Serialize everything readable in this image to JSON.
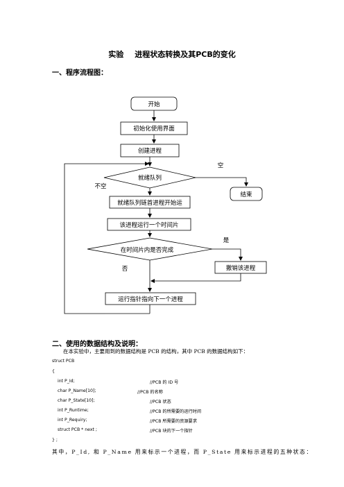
{
  "title": {
    "prefix": "实验",
    "main": "进程状态转换及其PCB的变化"
  },
  "section1": {
    "heading": "一、程序流程图："
  },
  "flowchart": {
    "start": "开始",
    "init": "初始化使用界面",
    "create": "创建进程",
    "ready_queue": "就绪队列",
    "empty_label": "空",
    "not_empty_label": "不空",
    "end": "结束",
    "run_head": "就绪队列链首进程开始运",
    "run_slice": "该进程运行一个时间片",
    "done_in_slice": "在时间片内是否完成",
    "yes_label": "是",
    "no_label": "否",
    "cancel": "撤销该进程",
    "next_pointer": "运行指针指向下一个进程"
  },
  "section2": {
    "heading": "二、使用的数据结构及说明：",
    "intro": "在本实验中，主要用到的数据结构是 PCB 的结构，其中 PCB 的数据结构如下：",
    "code_struct": "struct PCB",
    "code_open": "{",
    "fields": [
      {
        "code": "int     P_Id;",
        "comment": "//PCB 的 ID 号"
      },
      {
        "code": "char P_Name[10];",
        "comment": "//PCB 的名称"
      },
      {
        "code": "char P_State[10];",
        "comment": "//PCB 状态"
      },
      {
        "code": "int     P_Runtime;",
        "comment": "//PCB 的所需要的运行时间"
      },
      {
        "code": "int P_Requiry;",
        "comment": "//PCB 所需要的资源要求"
      },
      {
        "code": "struct     PCB * next ;",
        "comment": "//PCB 块的下一个指针"
      }
    ],
    "code_close": "} ;",
    "last_line": "其中，P_Id, 和 P_Name 用来标示一个进程，而 P_State 用来标示进程的五种状态："
  }
}
